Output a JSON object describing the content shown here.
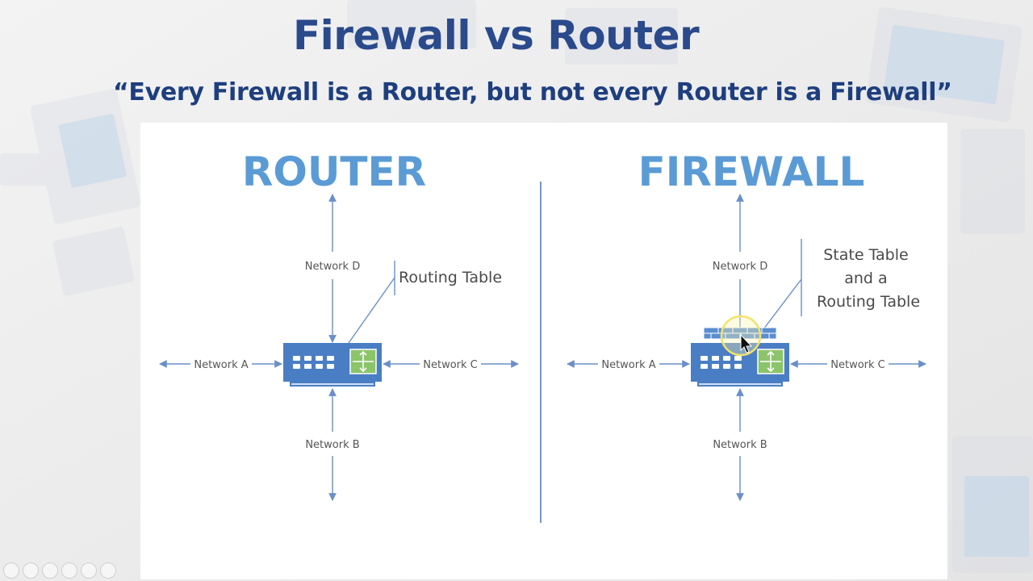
{
  "slide": {
    "title": "Firewall vs Router",
    "quote": "“Every Firewall is a Router, but not every Router is a Firewall”"
  },
  "router": {
    "heading": "ROUTER",
    "table_label": "Routing Table",
    "networks": {
      "top": "Network D",
      "left": "Network A",
      "right": "Network C",
      "bottom": "Network B"
    }
  },
  "firewall": {
    "heading": "FIREWALL",
    "table_label_lines": [
      "State Table",
      "and a",
      "Routing Table"
    ],
    "networks": {
      "top": "Network D",
      "left": "Network A",
      "right": "Network C",
      "bottom": "Network B"
    }
  },
  "colors": {
    "title": "#2a4a8c",
    "heading": "#5b9bd5",
    "device": "#4a7ec4",
    "device_green": "#8cc46a",
    "arrow": "#6a8fc8",
    "label": "#555555",
    "cursor_highlight": "#f2e36a"
  },
  "controls": [
    "previous-icon",
    "next-icon",
    "pen-icon",
    "slides-icon",
    "zoom-icon",
    "more-icon"
  ]
}
